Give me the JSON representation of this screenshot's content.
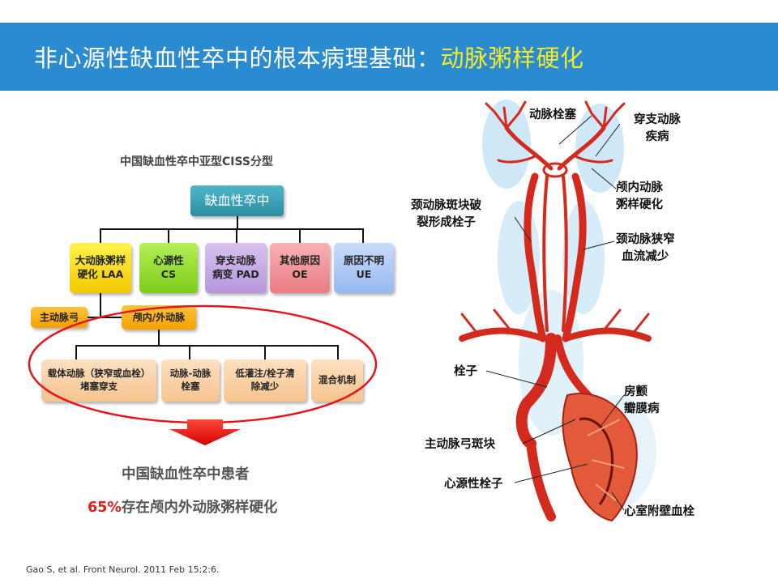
{
  "header": {
    "title_prefix": "非心源性缺血性卒中的根本病理基础：",
    "title_highlight": "动脉粥样硬化",
    "bg_color": "#2b8bd0",
    "highlight_color": "#f3ea2a"
  },
  "diagram": {
    "title": "中国缺血性卒中亚型CISS分型",
    "root": "缺血性卒中",
    "subtypes": [
      {
        "line1": "大动脉粥样",
        "line2": "硬化 LAA"
      },
      {
        "line1": "心源性",
        "line2": "CS"
      },
      {
        "line1": "穿支动脉",
        "line2": "病变 PAD"
      },
      {
        "line1": "其他原因",
        "line2": "OE"
      },
      {
        "line1": "原因不明",
        "line2": "UE"
      }
    ],
    "branches": [
      "主动脉弓",
      "颅内/外动脉"
    ],
    "mechanisms": [
      {
        "line1": "载体动脉（狭窄或血栓）",
        "line2": "堵塞穿支"
      },
      {
        "line1": "动脉-动脉",
        "line2": "栓塞"
      },
      {
        "line1": "低灌注/栓子清",
        "line2": "除减少"
      },
      {
        "line1": "混合机制",
        "line2": ""
      }
    ]
  },
  "stats": {
    "line1": "中国缺血性卒中患者",
    "line2_percent": "65%",
    "line2_rest": "存在颅内外动脉粥样硬化"
  },
  "citation": "Gao S, et al. Front Neurol. 2011 Feb 15;2:6.",
  "anatomy_labels": {
    "embolism": "动脉栓塞",
    "perforator": [
      "穿支动脉",
      "疾病"
    ],
    "intracranial": [
      "颅内动脉",
      "粥样硬化"
    ],
    "carotid_rupture": [
      "颈动脉斑块破",
      "裂形成栓子"
    ],
    "carotid_stenosis": [
      "颈动脉狭窄",
      "血流减少"
    ],
    "embolus": "栓子",
    "valve": [
      "房颤",
      "瓣膜病"
    ],
    "arch_plaque": "主动脉弓斑块",
    "cardiogenic": "心源性栓子",
    "thrombus": "心室附壁血栓"
  }
}
